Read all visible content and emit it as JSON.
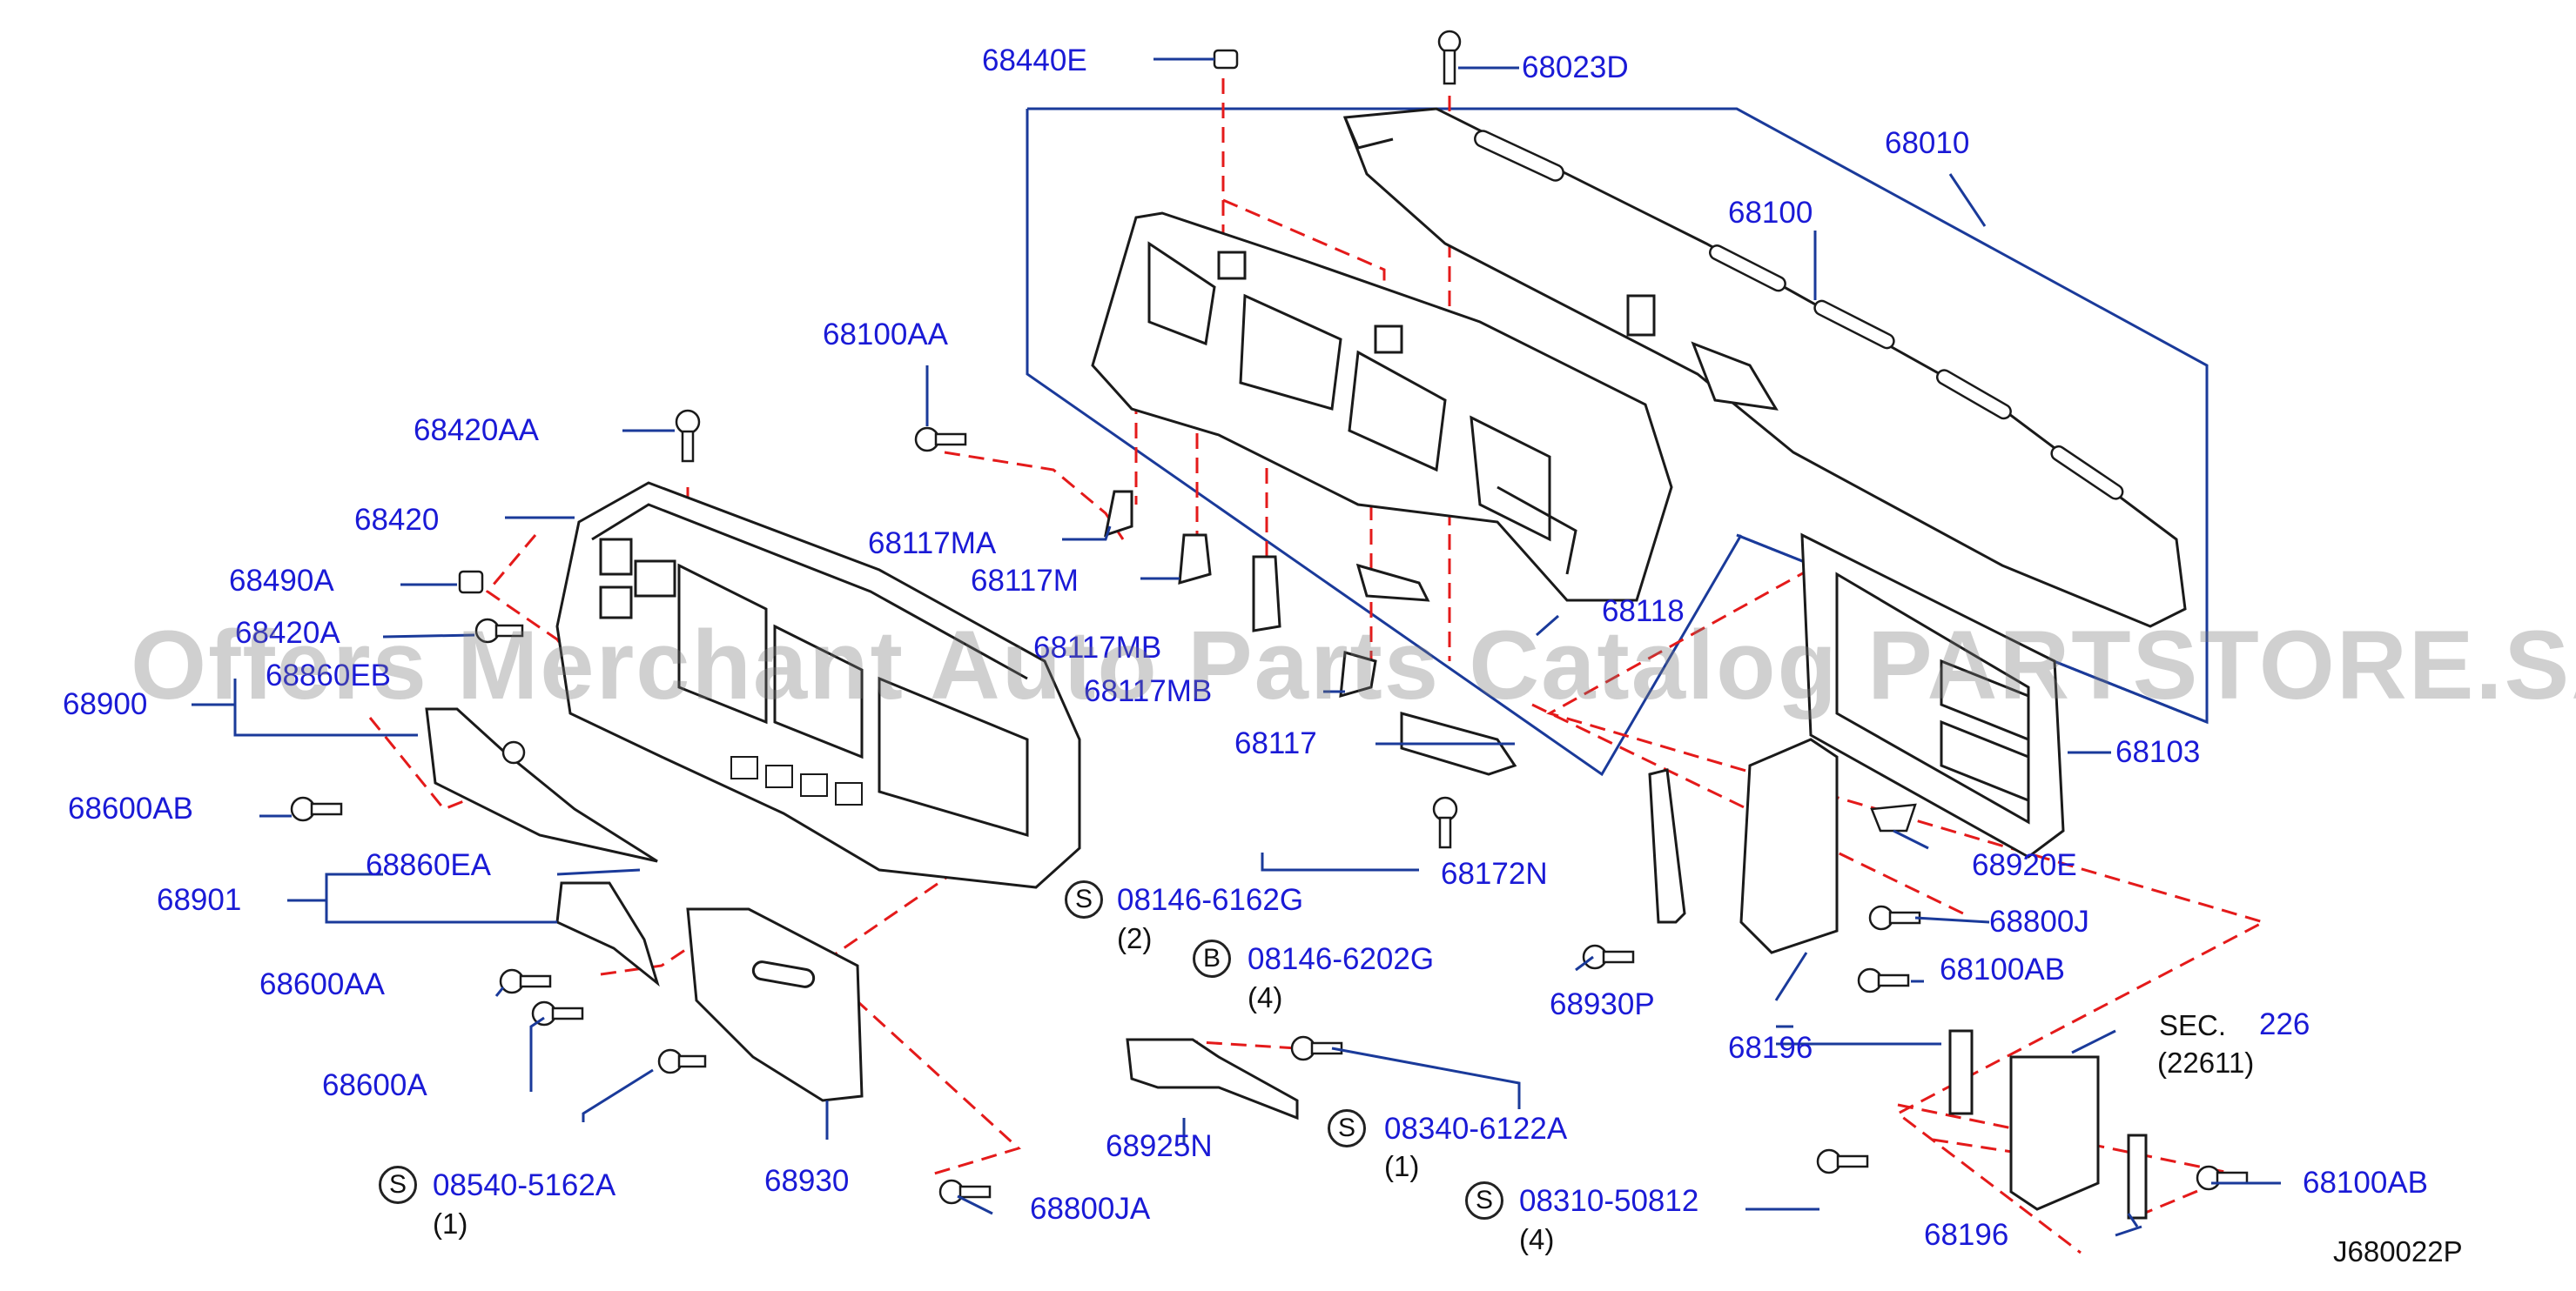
{
  "colors": {
    "label": "#1a1ad6",
    "leader": "#1a3a9a",
    "dashed_guide": "#e41a1a",
    "part_outline": "#1a1a1a",
    "part_fill": "#ffffff",
    "watermark": "rgba(120,120,120,0.35)"
  },
  "watermark": "Offers Merchant Auto Parts Catalog PARTSTORE.SA",
  "diagram_id": "J680022P",
  "labels": {
    "l68440E": "68440E",
    "l68023D": "68023D",
    "l68010": "68010",
    "l68100": "68100",
    "l68100AA": "68100AA",
    "l68420AA": "68420AA",
    "l68420": "68420",
    "l68490A": "68490A",
    "l68420A": "68420A",
    "l68860EB": "68860EB",
    "l68900": "68900",
    "l68117MA": "68117MA",
    "l68117M": "68117M",
    "l68117MB_upper": "68117MB",
    "l68117MB": "68117MB",
    "l68118": "68118",
    "l68103": "68103",
    "l68117": "68117",
    "l68600AB": "68600AB",
    "l68860EA": "68860EA",
    "l68901": "68901",
    "l68172N": "68172N",
    "l68920E": "68920E",
    "l68800J": "68800J",
    "l68600AA": "68600AA",
    "l68930P": "68930P",
    "l68100AB_upper": "68100AB",
    "l68600A": "68600A",
    "l68196_upper": "68196",
    "l68925N": "68925N",
    "l68930": "68930",
    "l68800JA": "68800JA",
    "l68100AB_lower": "68100AB",
    "l68196_lower": "68196",
    "sec_prefix": "SEC.",
    "sec_number": "226",
    "sec_sub": "(22611)"
  },
  "std_parts": [
    {
      "marker": "S",
      "code": "08146-6162G",
      "qty": "(2)"
    },
    {
      "marker": "B",
      "code": "08146-6202G",
      "qty": "(4)"
    },
    {
      "marker": "S",
      "code": "08340-6122A",
      "qty": "(1)"
    },
    {
      "marker": "S",
      "code": "08540-5162A",
      "qty": "(1)"
    },
    {
      "marker": "S",
      "code": "08310-50812",
      "qty": "(4)"
    }
  ]
}
